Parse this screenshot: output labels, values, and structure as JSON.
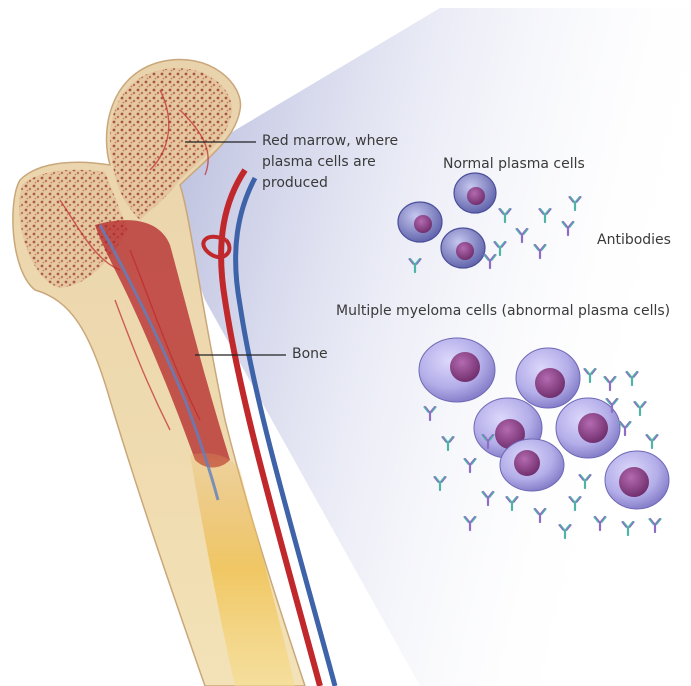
{
  "labels": {
    "red_marrow": [
      "Red marrow, where",
      "plasma cells are",
      "produced"
    ],
    "normal_plasma_cells": "Normal plasma cells",
    "antibodies": "Antibodies",
    "myeloma_cells": "Multiple myeloma cells (abnormal plasma cells)",
    "bone": "Bone"
  },
  "colors": {
    "background": "#ffffff",
    "bone": "#e8cfa6",
    "spongy_bone": "#b06a55",
    "marrow_red": "#b3262a",
    "artery": "#c0282c",
    "vein": "#3e63a8",
    "normal_cell": "#8e8fc9",
    "myeloma_cell": "#b7b2ec",
    "nucleus": "#8a3f86",
    "antibody_teal": "#4fb3a6",
    "antibody_purple": "#8c6fc4",
    "zoom_shade": "#d7daec",
    "label_text": "#3a3a3a",
    "leader_line": "#222222"
  }
}
